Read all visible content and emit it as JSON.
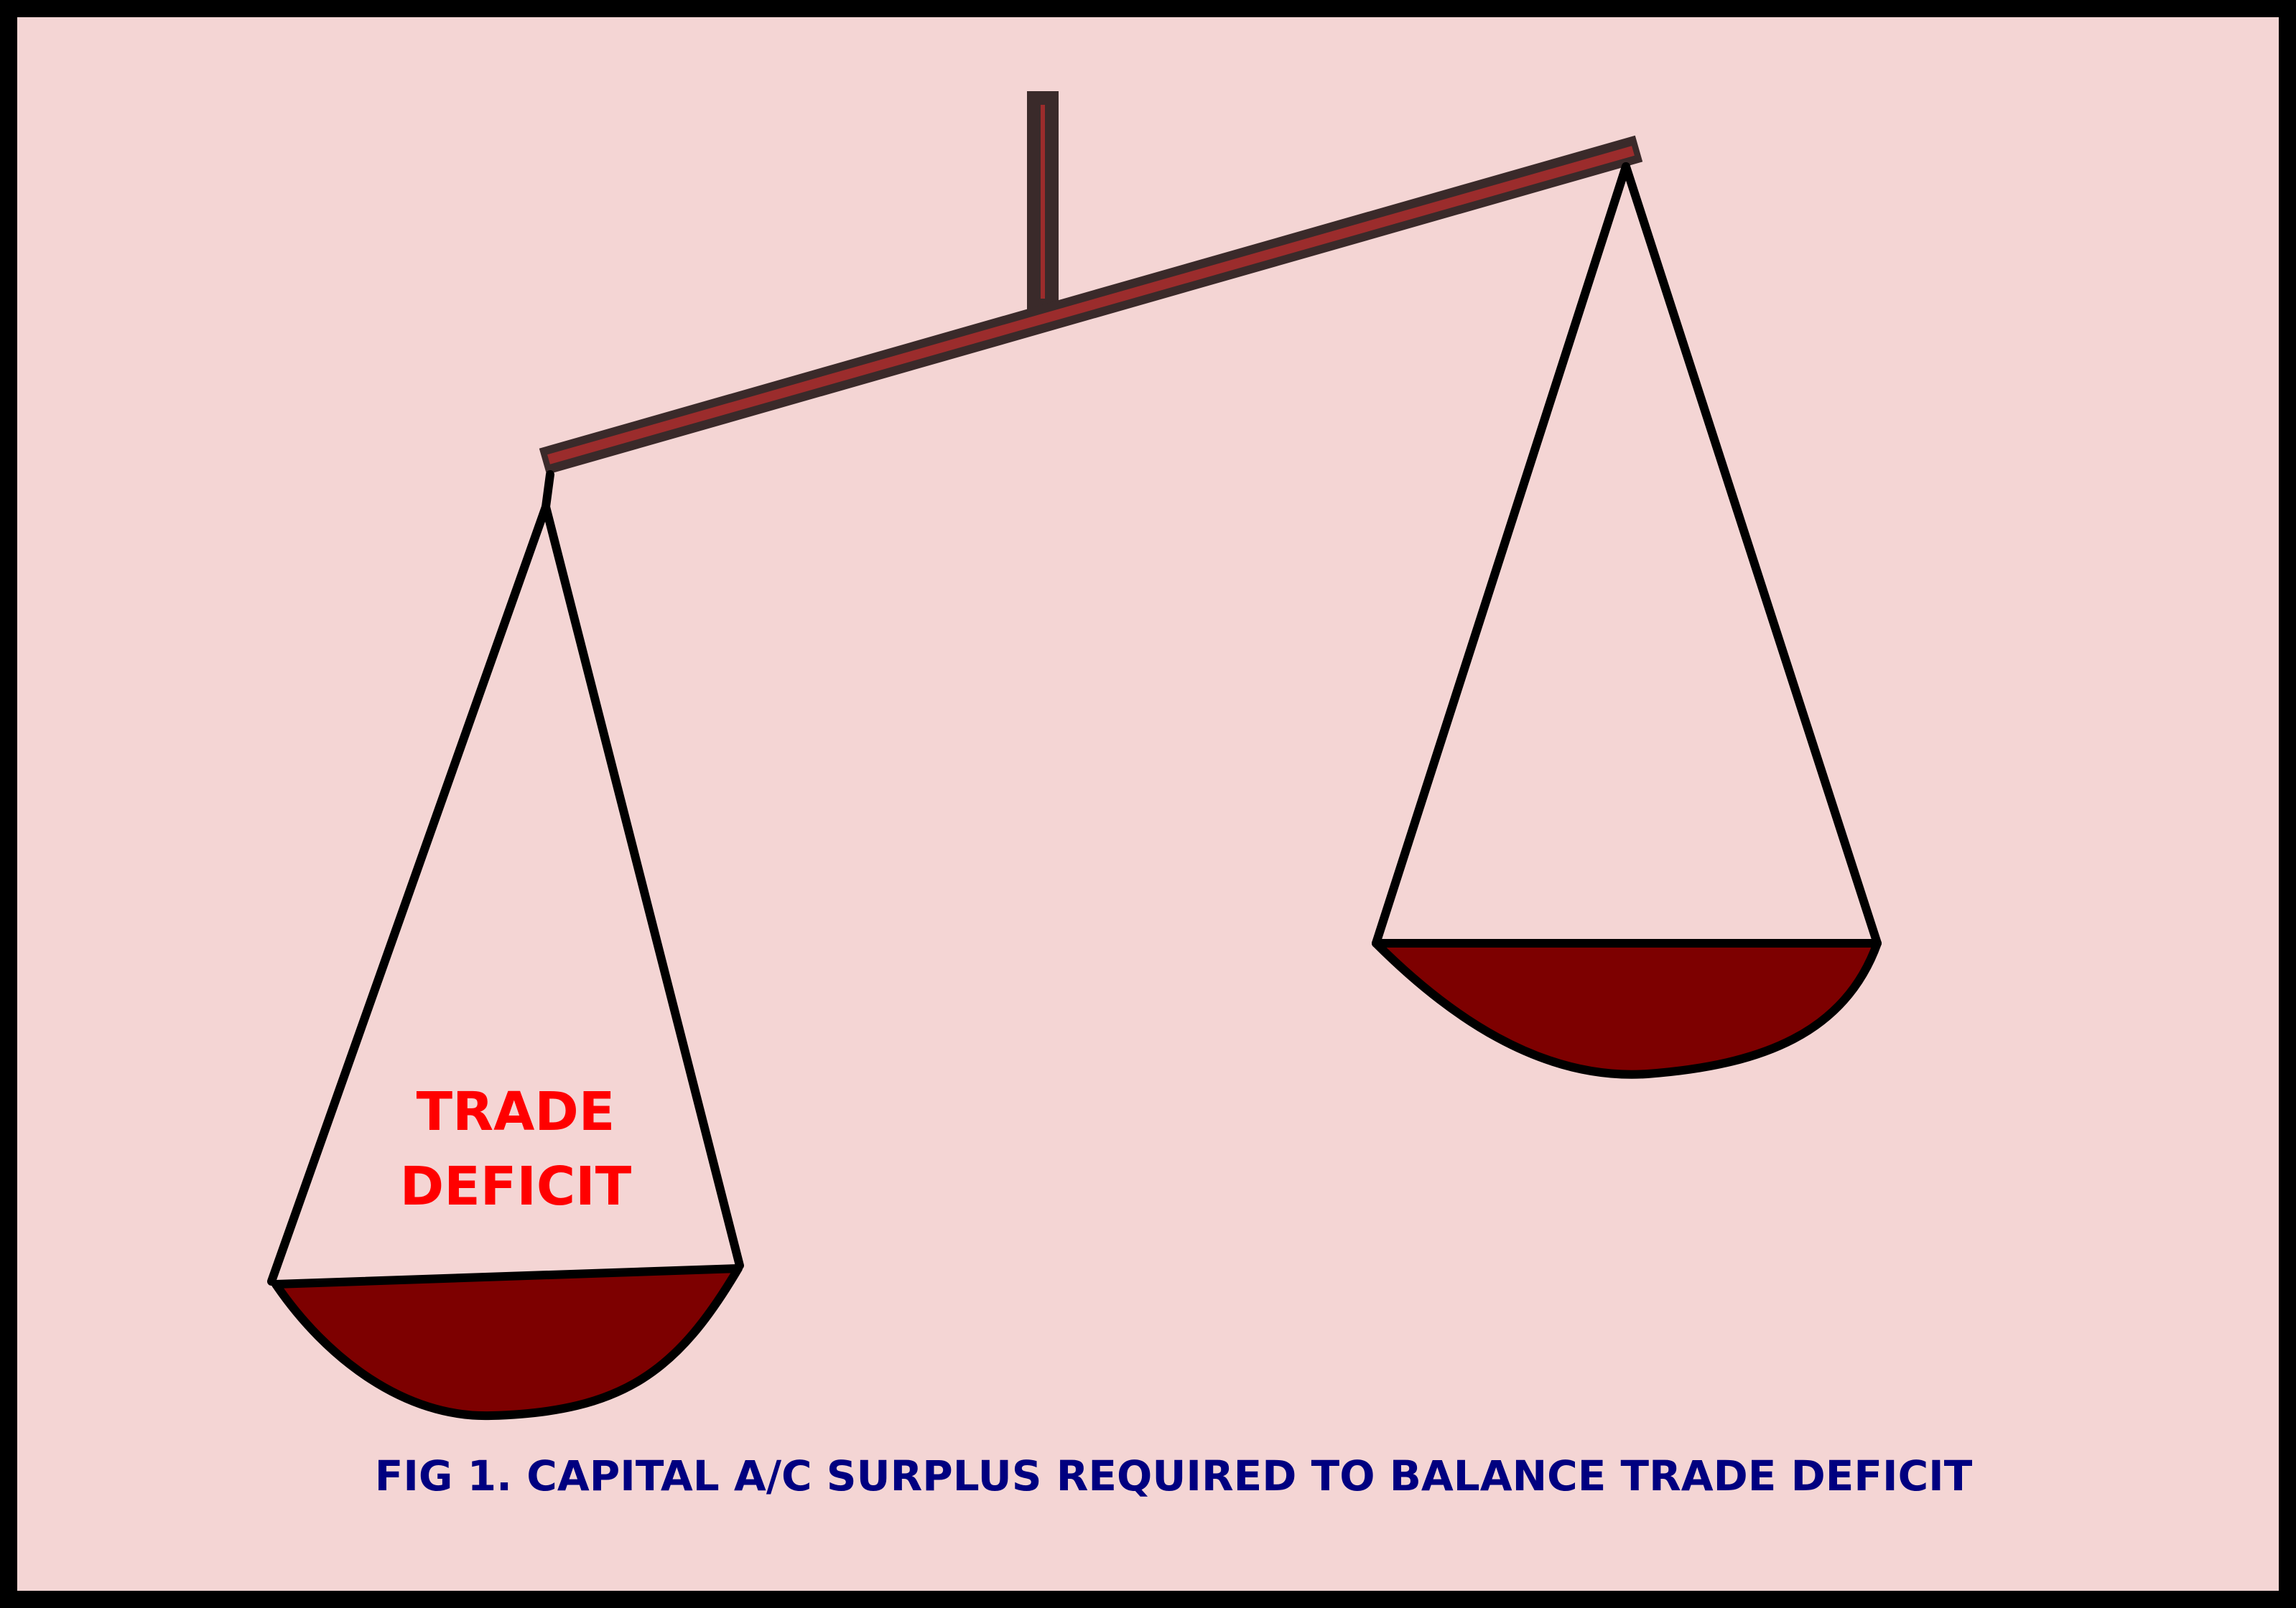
{
  "diagram": {
    "left_pan_label_line1": "TRADE",
    "left_pan_label_line2": "DEFICIT",
    "caption": "FIG 1. CAPITAL A/C SURPLUS REQUIRED TO BALANCE TRADE DEFICIT"
  },
  "colors": {
    "background": "#f4d5d4",
    "border": "#000000",
    "beam_fill": "#9b2c2c",
    "beam_edge": "#3a2a2a",
    "pan_fill": "#7d0000",
    "string": "#000000",
    "label": "#ff0000",
    "caption": "#000080"
  }
}
